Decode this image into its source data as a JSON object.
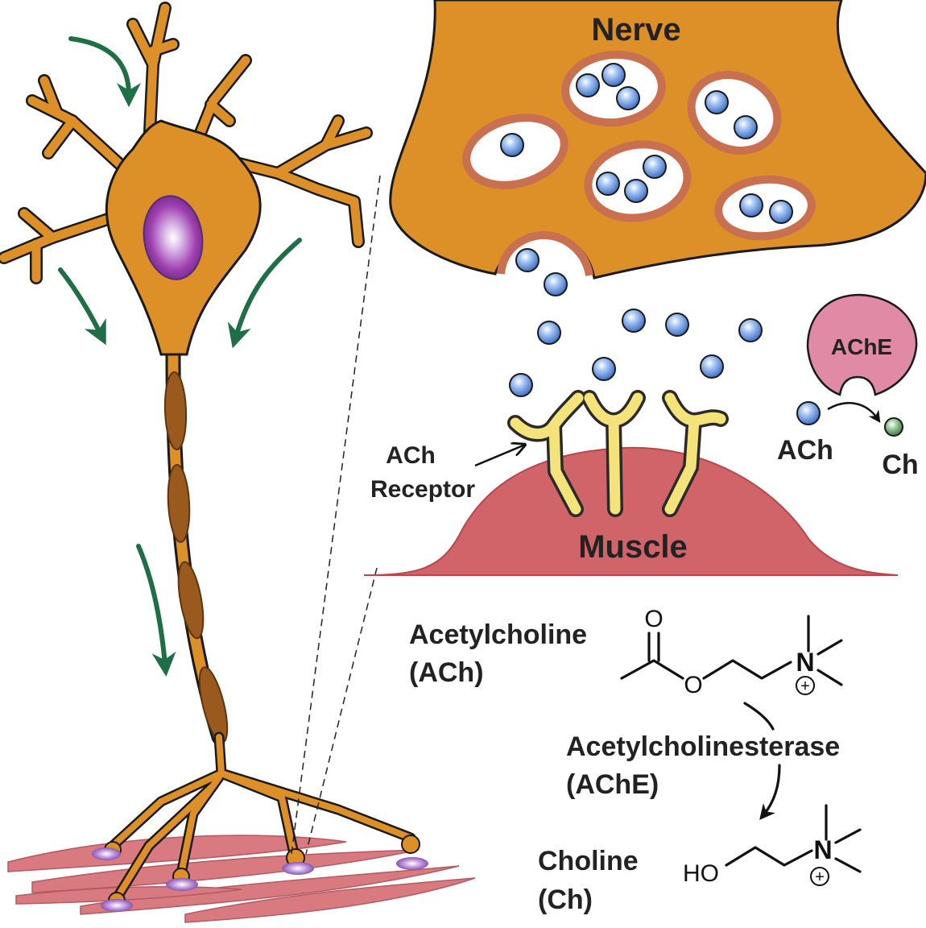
{
  "labels": {
    "nerve": "Nerve",
    "muscle": "Muscle",
    "ache_enzyme": "AChE",
    "ach_receptor_line1": "ACh",
    "ach_receptor_line2": "Receptor",
    "ach_small": "ACh",
    "ch_small": "Ch",
    "acetylcholine_name": "Acetylcholine",
    "acetylcholine_abbr": "(ACh)",
    "enzyme_name": "Acetylcholinesterase",
    "enzyme_abbr": "(AChE)",
    "choline_name": "Choline",
    "choline_abbr": "(Ch)"
  },
  "atoms": {
    "oxygen": "O",
    "nitrogen": "N",
    "plus": "+",
    "hydroxyl": "HO"
  },
  "colors": {
    "neuron": "#dd9028",
    "neuron_outline": "#1a1a1a",
    "myelin": "#9a5a1e",
    "vesicle_membrane": "#c87050",
    "ach_molecule": "#6a9be0",
    "muscle": "#d06468",
    "receptor": "#f4e27a",
    "enzyme": "#e08aa6",
    "choline_molecule": "#6aa070",
    "flow_arrow": "#1e6e46",
    "nucleus": "#9a3aa4"
  }
}
